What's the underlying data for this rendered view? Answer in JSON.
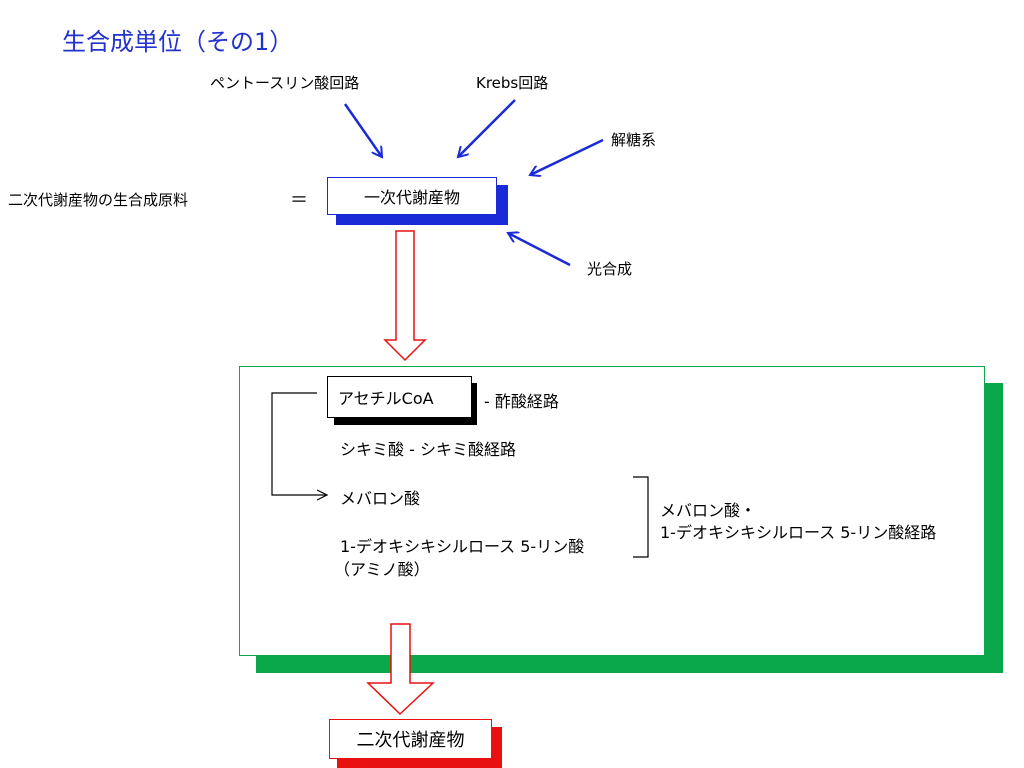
{
  "title": "生合成単位（その1）",
  "top_sources": {
    "pentose": "ペントースリン酸回路",
    "krebs": "Krebs回路",
    "glycolysis": "解糖系",
    "photosynthesis": "光合成"
  },
  "raw_material_label": "二次代謝産物の生合成原料",
  "equals": "＝",
  "primary_box": "一次代謝産物",
  "units": {
    "acetyl_coa": "アセチルCoA",
    "acetyl_pathway": "-  酢酸経路",
    "shikimic": "シキミ酸   -  シキミ酸経路",
    "mevalonic": "メバロン酸",
    "deoxy_line1": "1-デオキシキシルロース 5-リン酸",
    "deoxy_line2": "（アミノ酸）",
    "combined_line1": "メバロン酸・",
    "combined_line2": "1-デオキシキシルロース 5-リン酸経路"
  },
  "secondary_box": "二次代謝産物",
  "colors": {
    "title": "#2233cc",
    "blue_arrow": "#1a2ad6",
    "green": "#0aa84a",
    "red": "#e81010"
  }
}
